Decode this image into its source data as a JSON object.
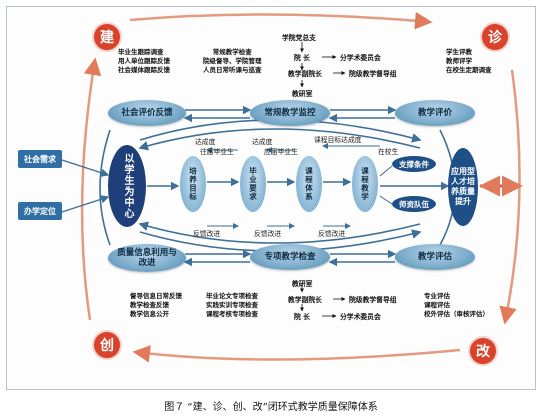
{
  "corners": {
    "jian": "建",
    "zhen": "诊",
    "chuang": "创",
    "gai": "改"
  },
  "left_inputs": {
    "social_demand": "社会需求",
    "school_position": "办学定位"
  },
  "center_left": "以学生为中心",
  "center_right": "应用型人才培养质量提升",
  "ellipses": {
    "social_eval": "社会评价反馈",
    "routine_monitor": "常规教学监控",
    "teaching_eval": "教学评价",
    "quality_info": "质量信息利用与改进",
    "special_check": "专项教学检查",
    "teaching_assess": "教学评估"
  },
  "pills": [
    "培养目标",
    "毕业要求",
    "课程体系",
    "课程教学"
  ],
  "side_boxes": {
    "support": "支撑条件",
    "faculty": "师资队伍"
  },
  "blocks": {
    "top_left": [
      "毕业生跟踪调查",
      "用人单位跟踪反馈",
      "社会媒体跟踪反馈"
    ],
    "top_mid": [
      "常规教学检查",
      "院级督导、学院管理",
      "人员日常听课与巡查"
    ],
    "top_right": [
      "学生评教",
      "教师评学",
      "在校生定期调查"
    ],
    "bot_left": [
      "督导信息日常反馈",
      "教学检查反馈",
      "教学信息公开"
    ],
    "bot_mid": [
      "毕业论文专项检查",
      "实践实训专项检查",
      "课程考核专项检查"
    ],
    "bot_right": [
      "专业评估",
      "课程评估",
      "校外评估（审核评估）"
    ]
  },
  "org_top": {
    "party": "学院党总支",
    "dean": "院  长",
    "expert": "分学术委员会",
    "vice_dean": "教学副院长",
    "supervisor": "院级教学督导组",
    "office": "教研室"
  },
  "org_bot": {
    "office": "教研室",
    "vice_dean": "教学副院长",
    "supervisor": "院级教学督导组",
    "dean": "院  长",
    "expert": "分学术委员会"
  },
  "arrow_labels": {
    "achieve1": "达成度",
    "track": "往届毕业生",
    "achieve2": "达成度",
    "current": "应届毕业生",
    "course_goal": "课程目标达成度",
    "in_school": "在校生",
    "fb1": "反馈改进",
    "fb2": "反馈改进",
    "fb3": "反馈改进"
  },
  "caption": "图７ “建、诊、创、改”闭环式教学质量保障体系",
  "colors": {
    "red": "#d9432b",
    "blue": "#2f6fa6",
    "navy": "#1f3f7a",
    "line": "#4a7fa8"
  }
}
